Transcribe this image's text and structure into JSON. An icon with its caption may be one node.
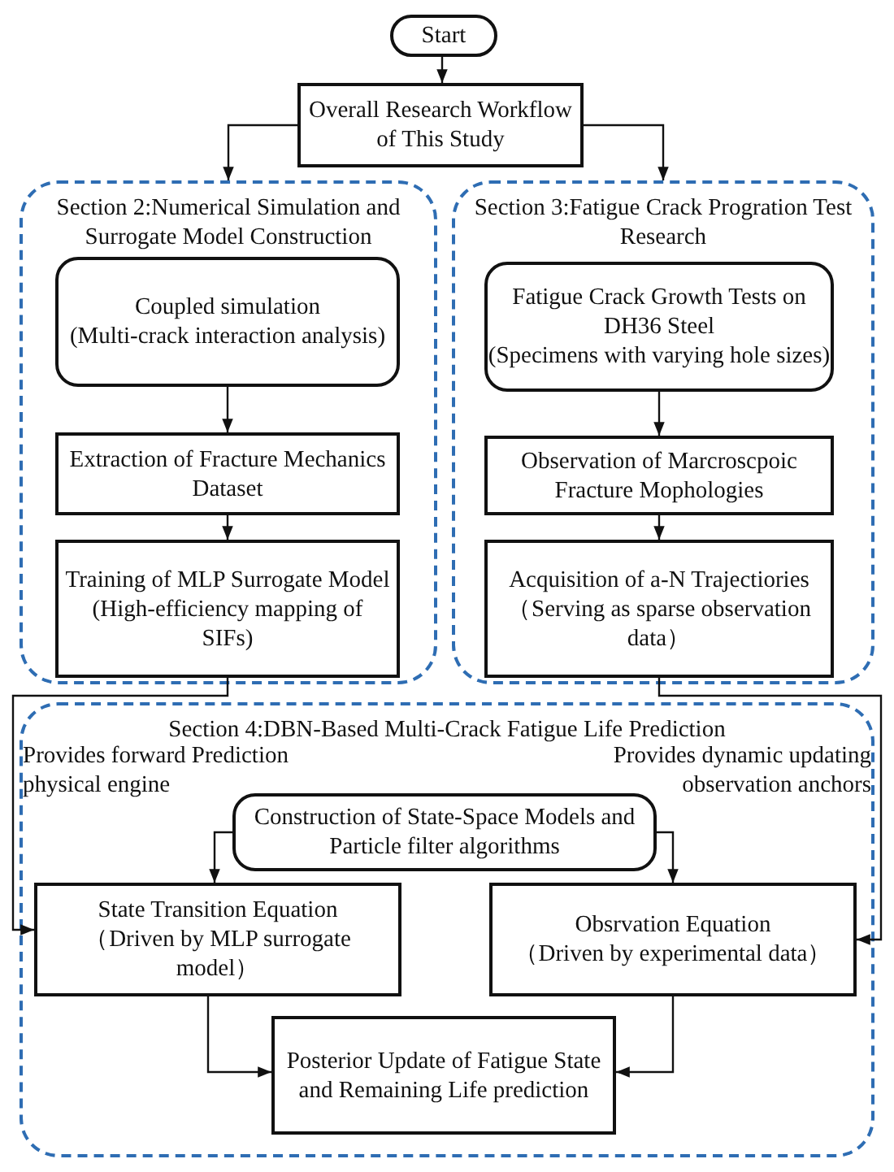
{
  "diagram": {
    "nodes": [
      {
        "text": [
          "Start"
        ]
      },
      {
        "text": [
          "Overall Research Workflow of This Study"
        ]
      },
      {
        "text": [
          "Section 2:Numerical Simulation and Surrogate Model Construction"
        ]
      },
      {
        "text": [
          "Coupled simulation",
          "(Multi-crack interaction analysis)"
        ],
        "in": 2
      },
      {
        "text": [
          "Extraction of Fracture Mechanics Dataset"
        ],
        "in": 2
      },
      {
        "text": [
          "Training of MLP Surrogate Model",
          "(High-efficiency mapping of SIFs)"
        ],
        "in": 2
      },
      {
        "text": [
          "Section 3:Fatigue Crack Progration Test Research"
        ]
      },
      {
        "text": [
          "Fatigue Crack Growth Tests on DH36 Steel",
          "(Specimens with varying hole sizes)"
        ],
        "in": 6
      },
      {
        "text": [
          "Observation of Marcroscpoic Fracture Mophologies"
        ],
        "in": 6
      },
      {
        "text": [
          "Acquisition of a-N Trajectiories",
          "（Serving as sparse observation data）"
        ],
        "in": 6
      },
      {
        "text": [
          "Section 4:DBN-Based Multi-Crack Fatigue Life Prediction"
        ]
      },
      {
        "text": [
          "Construction of State-Space Models and Particle filter algorithms"
        ],
        "in": 10
      },
      {
        "text": [
          "State Transition Equation",
          "（Driven by MLP surrogate model）"
        ],
        "in": 10
      },
      {
        "text": [
          "Obsrvation Equation",
          "（Driven by experimental data）"
        ],
        "in": 10
      },
      {
        "text": [
          "Posterior Update of Fatigue State and Remaining Life prediction"
        ],
        "in": 10
      }
    ],
    "edges": [
      {
        "from": 0,
        "to": 1,
        "arrow": "to"
      },
      {
        "from": 1,
        "to": 2,
        "arrow": "to"
      },
      {
        "from": 1,
        "to": 6,
        "arrow": "to"
      },
      {
        "from": 3,
        "to": 4,
        "arrow": "to"
      },
      {
        "from": 4,
        "to": 5,
        "arrow": "to"
      },
      {
        "from": 7,
        "to": 8,
        "arrow": "to"
      },
      {
        "from": 8,
        "to": 9,
        "arrow": "to"
      },
      {
        "from": 5,
        "to": 12,
        "arrow": "to",
        "label": "Provides forward Prediction physical engine"
      },
      {
        "from": 9,
        "to": 13,
        "arrow": "to",
        "label": "Provides dynamic updating observation anchors"
      },
      {
        "from": 11,
        "to": 12,
        "arrow": "to"
      },
      {
        "from": 11,
        "to": 13,
        "arrow": "to"
      },
      {
        "from": 12,
        "to": 14,
        "arrow": "to"
      },
      {
        "from": 13,
        "to": 14,
        "arrow": "to"
      }
    ]
  }
}
